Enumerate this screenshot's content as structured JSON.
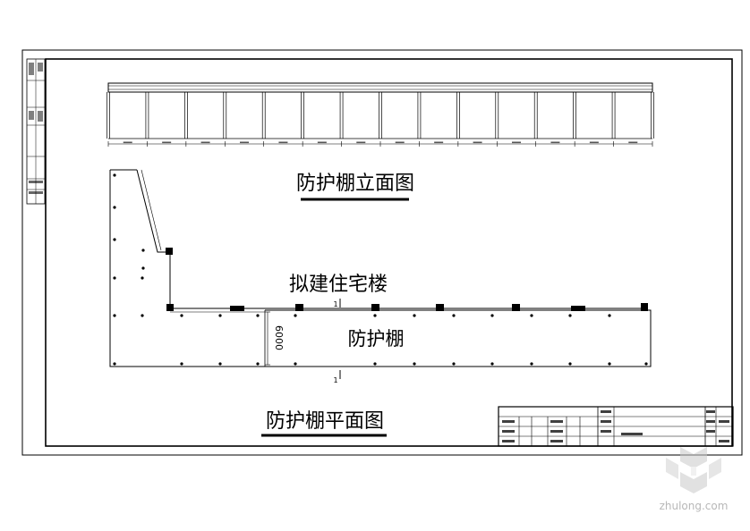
{
  "drawing": {
    "elevation_title": "防护棚立面图",
    "plan_title": "防护棚平面图",
    "building_label": "拟建住宅楼",
    "shed_label": "防护棚",
    "shed_depth_dimension": "6000",
    "section_mark_top": "1",
    "section_mark_bottom": "1",
    "elevation_bay_count": 14
  },
  "watermark": {
    "site": "zhulong.com"
  }
}
